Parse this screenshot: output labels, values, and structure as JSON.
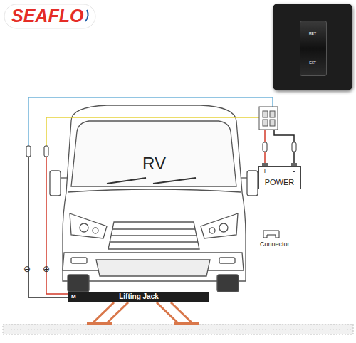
{
  "diagram": {
    "nodes": [
      {
        "text": [
          "RET",
          "EXT"
        ]
      },
      {
        "text": [
          "POWER"
        ]
      },
      {
        "text": [
          "M",
          "Lifting Jack"
        ]
      }
    ],
    "labels": [
      "SEAFLO",
      "RV",
      "+",
      "-",
      "⊖",
      "⊕",
      "Connector"
    ]
  }
}
